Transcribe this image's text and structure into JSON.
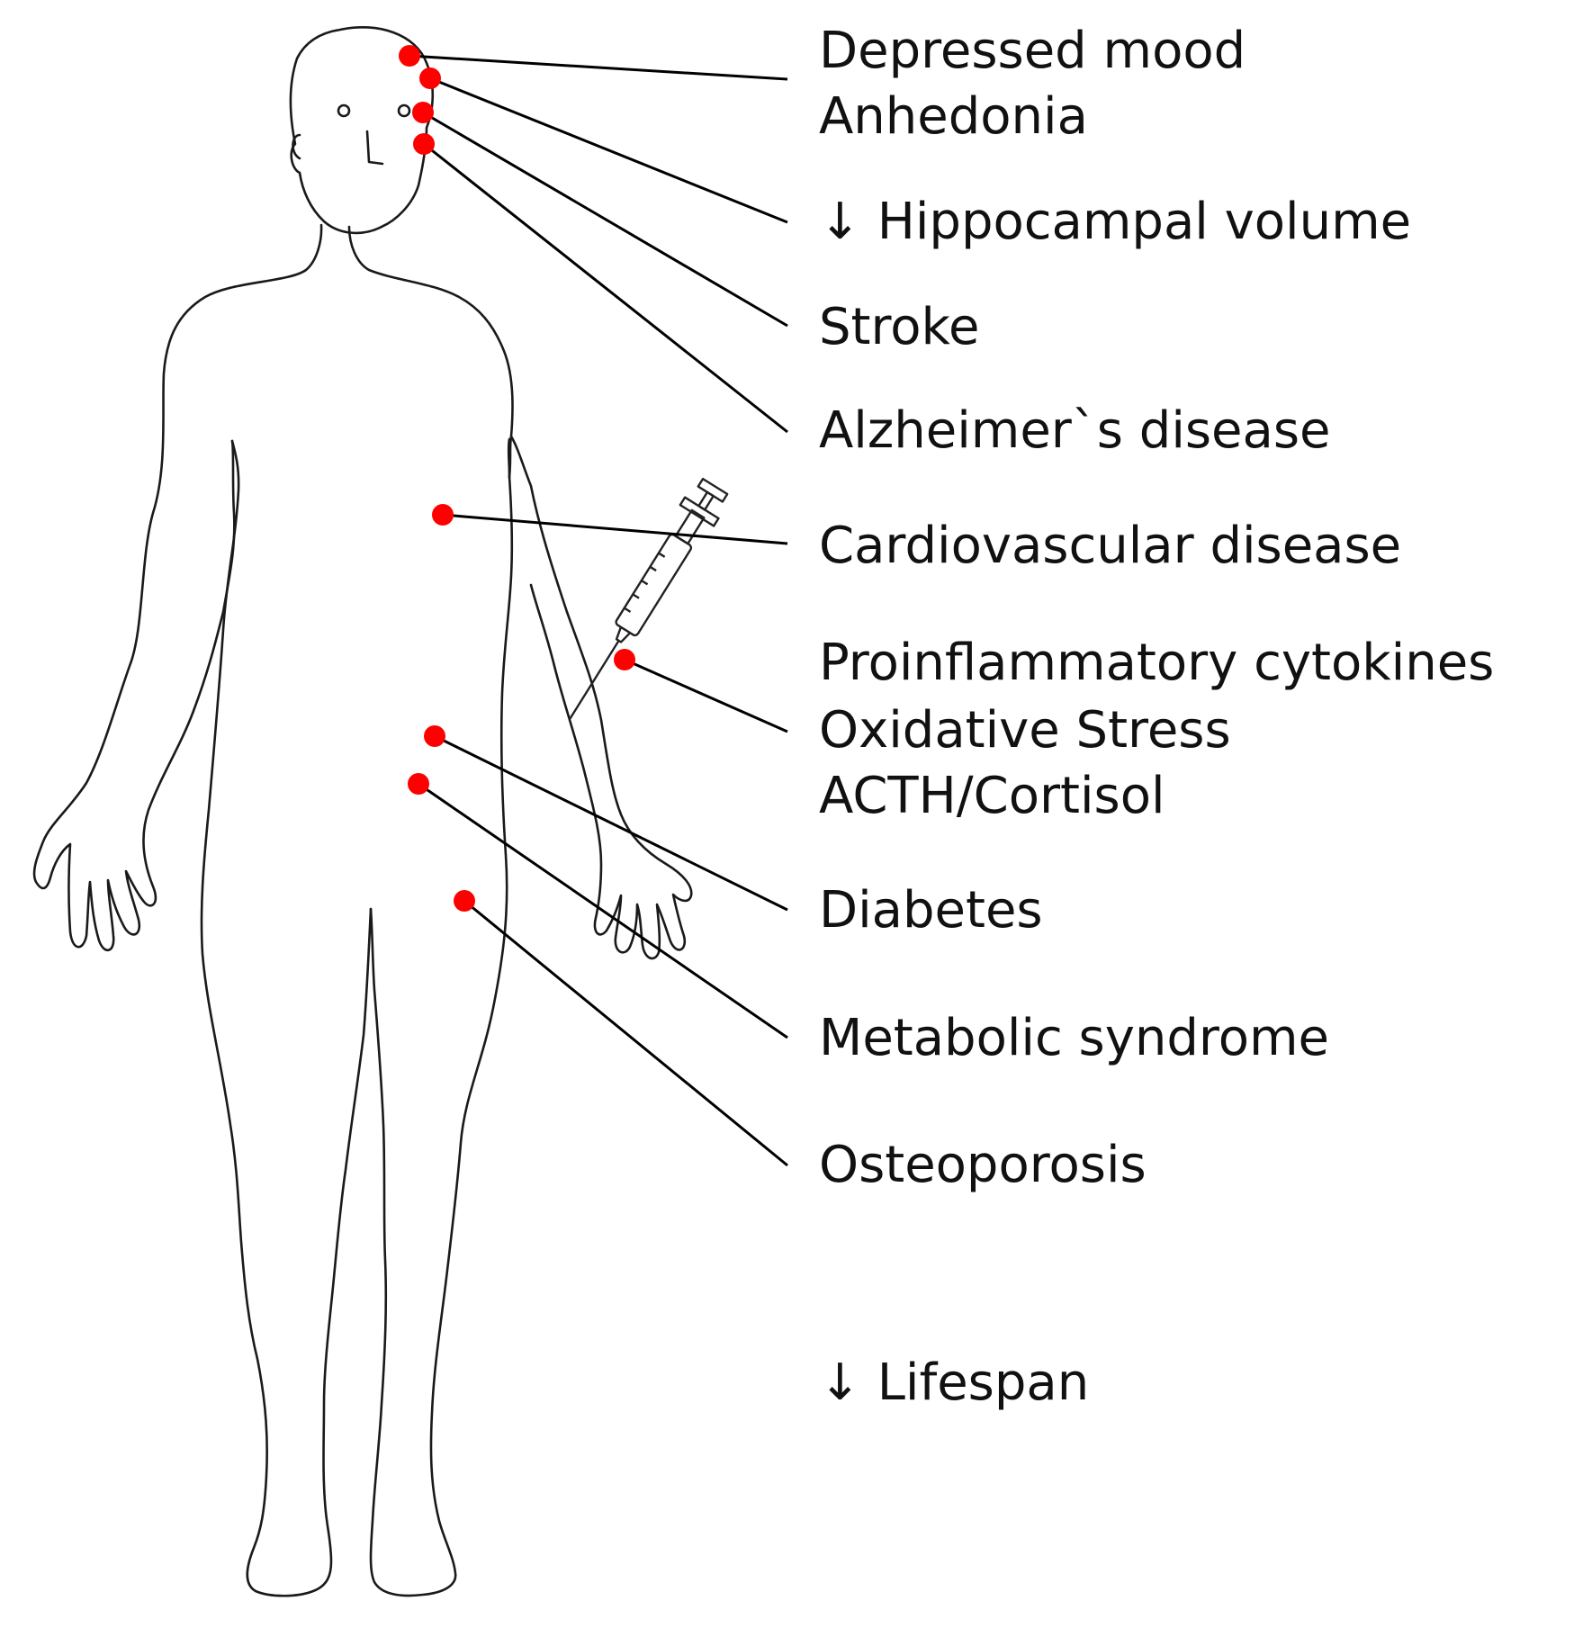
{
  "colors": {
    "marker": "#ff0000",
    "line": "#000000",
    "outline": "#1a1a1a",
    "text": "#111111",
    "background": "#ffffff"
  },
  "figure_icons": [
    "human-body-outline",
    "syringe-icon"
  ],
  "labels": [
    {
      "id": "depressed",
      "text": "Depressed mood"
    },
    {
      "id": "anhedonia",
      "text": "Anhedonia"
    },
    {
      "id": "hippocampal",
      "text": "↓ Hippocampal volume"
    },
    {
      "id": "stroke",
      "text": "Stroke"
    },
    {
      "id": "alzheimers",
      "text": "Alzheimer`s disease"
    },
    {
      "id": "cardiovascular",
      "text": "Cardiovascular disease"
    },
    {
      "id": "cytokines",
      "text": "Proinflammatory cytokines"
    },
    {
      "id": "oxidative",
      "text": "Oxidative Stress"
    },
    {
      "id": "acth",
      "text": "ACTH/Cortisol"
    },
    {
      "id": "diabetes",
      "text": "Diabetes"
    },
    {
      "id": "metabolic",
      "text": "Metabolic syndrome"
    },
    {
      "id": "osteoporosis",
      "text": "Osteoporosis"
    },
    {
      "id": "lifespan",
      "text": "↓ Lifespan"
    }
  ]
}
